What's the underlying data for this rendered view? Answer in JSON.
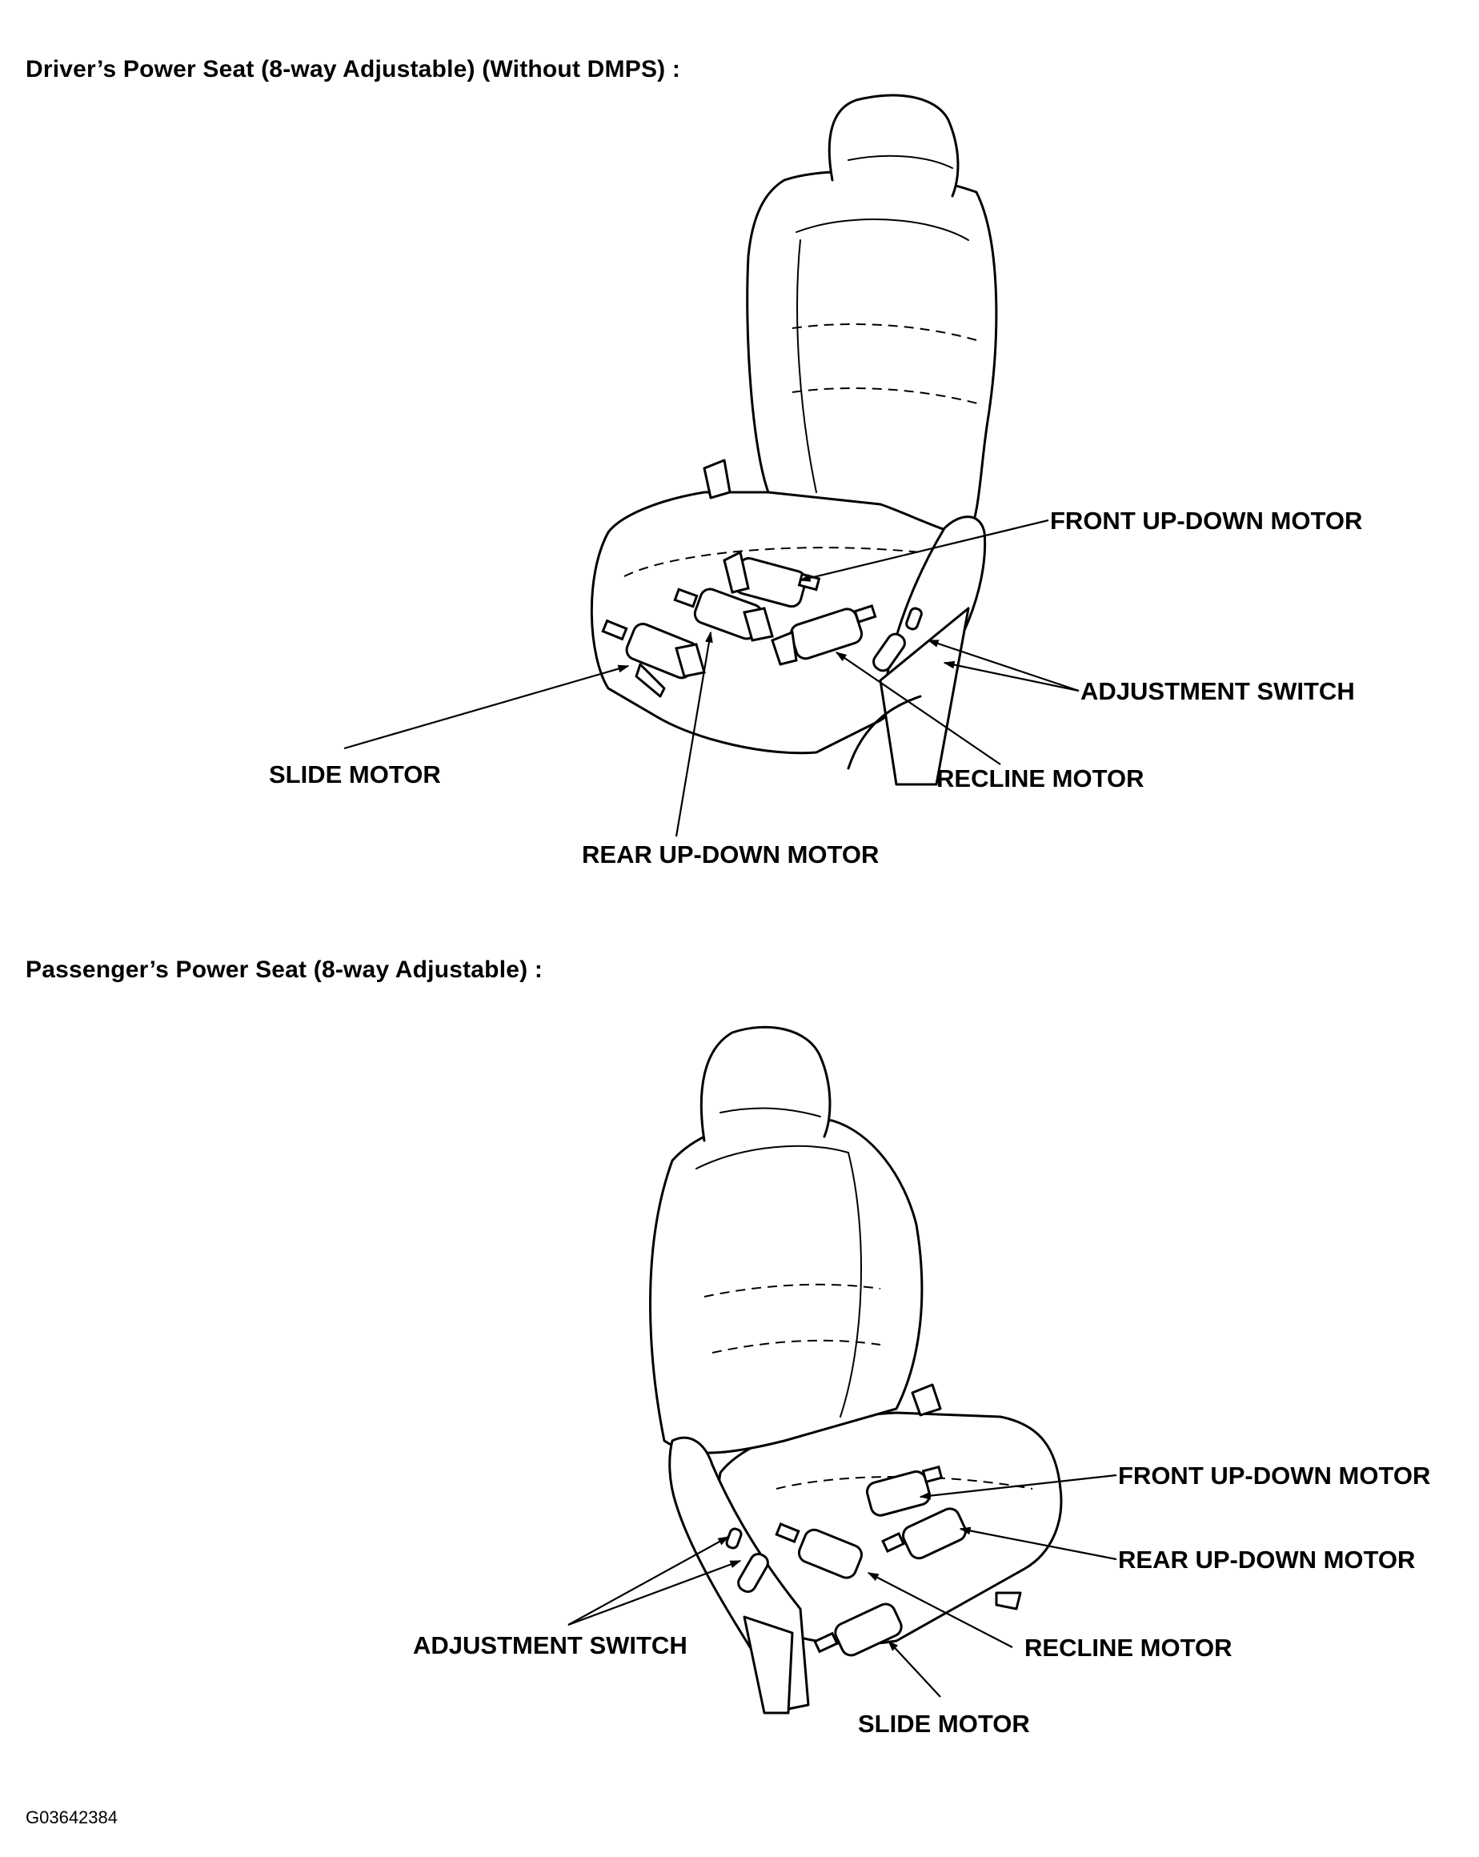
{
  "sections": [
    {
      "title": "Driver’s Power Seat (8-way Adjustable) (Without DMPS) :",
      "labels": {
        "front_up_down_motor": "FRONT UP-DOWN MOTOR",
        "adjustment_switch": "ADJUSTMENT SWITCH",
        "slide_motor": "SLIDE MOTOR",
        "recline_motor": "RECLINE MOTOR",
        "rear_up_down_motor": "REAR UP-DOWN MOTOR"
      }
    },
    {
      "title": "Passenger’s Power Seat (8-way Adjustable) :",
      "labels": {
        "front_up_down_motor": "FRONT UP-DOWN MOTOR",
        "rear_up_down_motor": "REAR UP-DOWN MOTOR",
        "adjustment_switch": "ADJUSTMENT SWITCH",
        "recline_motor": "RECLINE MOTOR",
        "slide_motor": "SLIDE MOTOR"
      }
    }
  ],
  "figure_code": "G03642384"
}
